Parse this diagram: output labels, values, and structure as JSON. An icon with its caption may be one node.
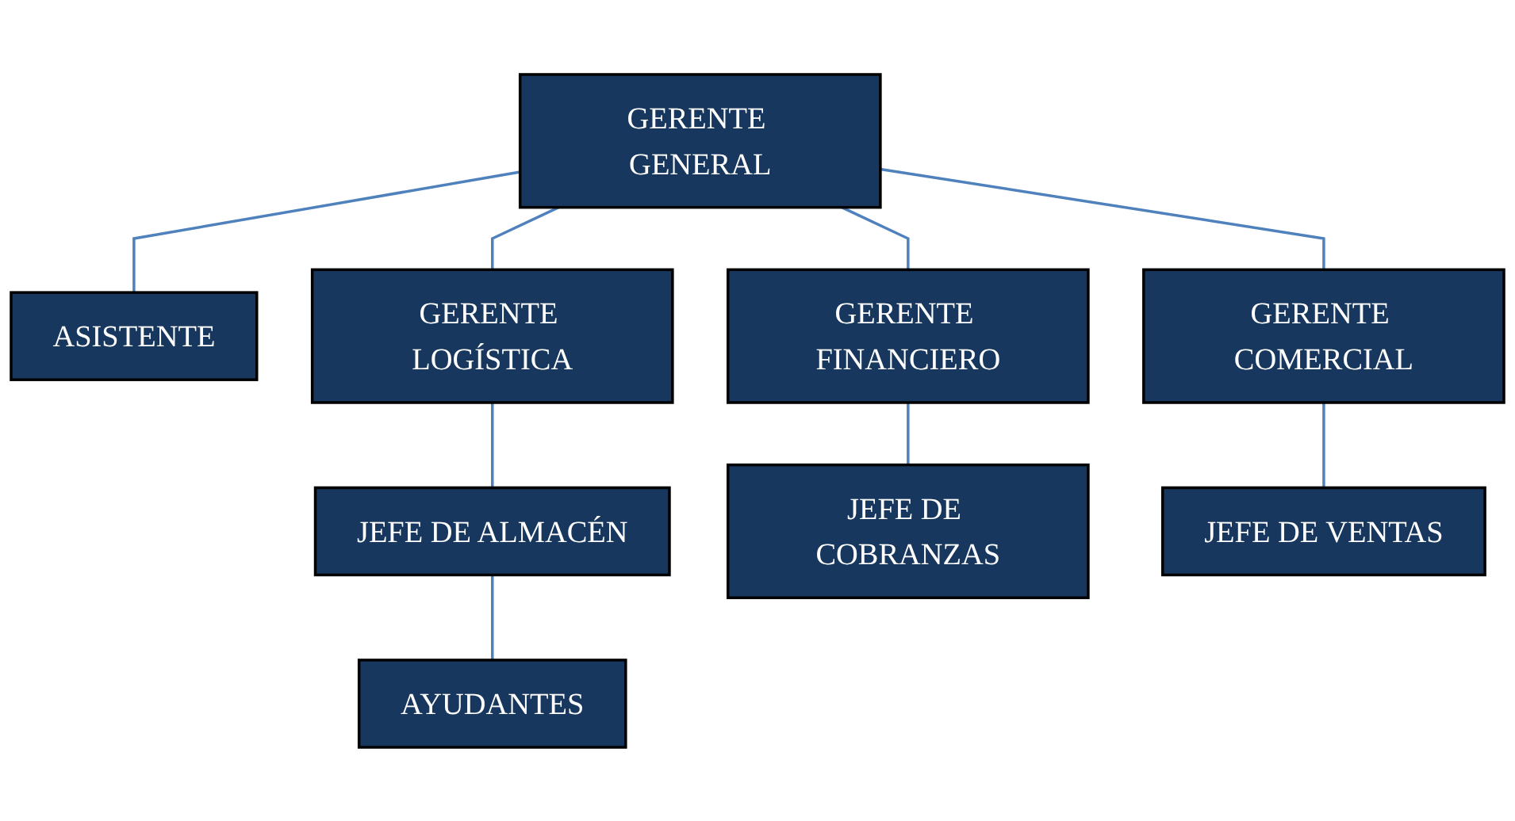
{
  "diagram": {
    "nodes": [
      {
        "text": [
          "GERENTE GENERAL"
        ]
      },
      {
        "text": [
          "ASISTENTE"
        ]
      },
      {
        "text": [
          "GERENTE LOGÍSTICA"
        ]
      },
      {
        "text": [
          "GERENTE FINANCIERO"
        ]
      },
      {
        "text": [
          "GERENTE COMERCIAL"
        ]
      },
      {
        "text": [
          "JEFE DE ALMACÉN"
        ]
      },
      {
        "text": [
          "JEFE DE COBRANZAS"
        ]
      },
      {
        "text": [
          "JEFE DE VENTAS"
        ]
      },
      {
        "text": [
          "AYUDANTES"
        ]
      }
    ],
    "edges": [
      {
        "from": 0,
        "to": 1,
        "arrow": "none"
      },
      {
        "from": 0,
        "to": 2,
        "arrow": "none"
      },
      {
        "from": 0,
        "to": 3,
        "arrow": "none"
      },
      {
        "from": 0,
        "to": 4,
        "arrow": "none"
      },
      {
        "from": 2,
        "to": 5,
        "arrow": "none"
      },
      {
        "from": 3,
        "to": 6,
        "arrow": "none"
      },
      {
        "from": 4,
        "to": 7,
        "arrow": "none"
      },
      {
        "from": 5,
        "to": 8,
        "arrow": "none"
      }
    ]
  }
}
